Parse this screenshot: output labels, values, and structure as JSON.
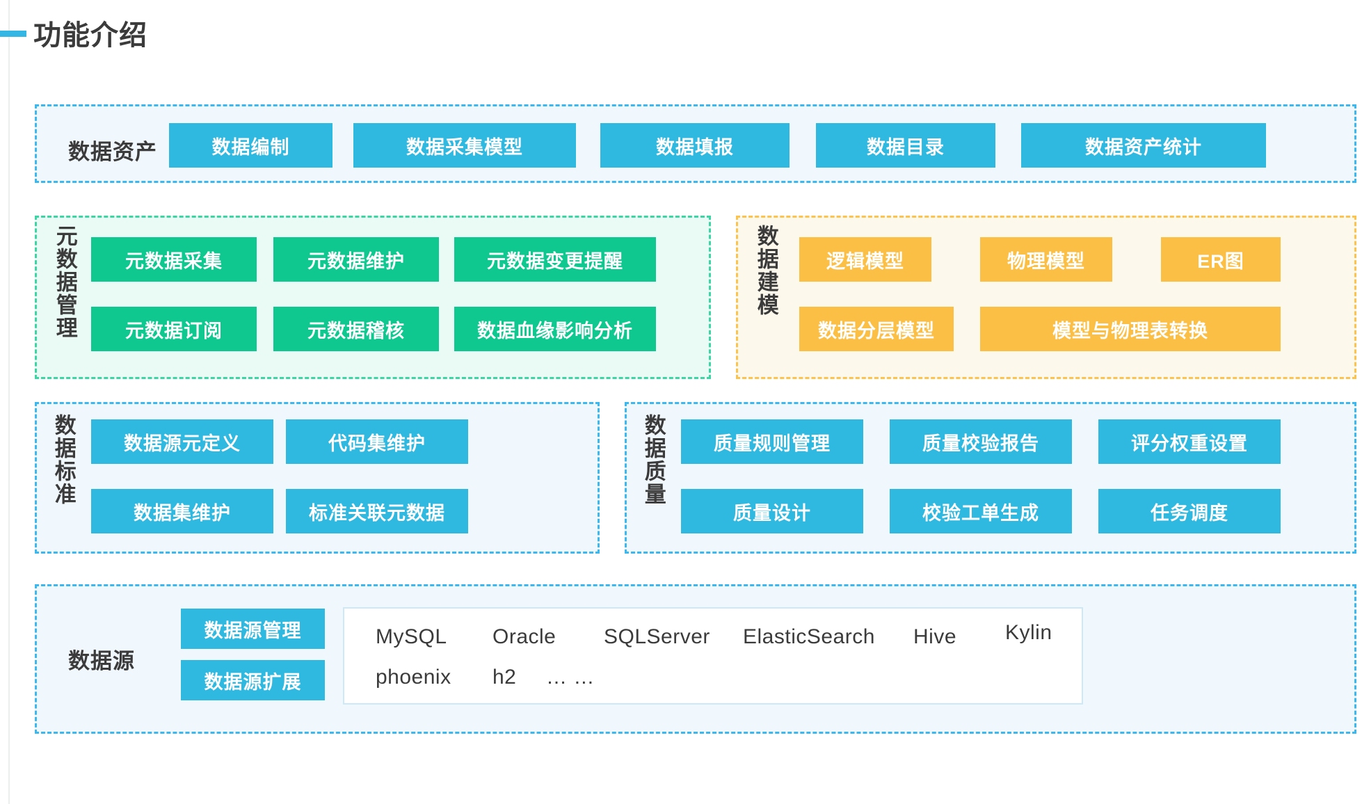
{
  "header": {
    "title": "功能介绍",
    "accent_color": "#34b6e4"
  },
  "sections": {
    "data_asset": {
      "label": "数据资产",
      "color": "#2fb8e0",
      "border_color": "#3cb8ef",
      "background": "#f1f8fd",
      "items": [
        "数据编制",
        "数据采集模型",
        "数据填报",
        "数据目录",
        "数据资产统计"
      ]
    },
    "metadata_management": {
      "label": "元数据管理",
      "color": "#0ec88f",
      "border_color": "#3ed5a4",
      "background": "#e9fbf4",
      "items": [
        "元数据采集",
        "元数据维护",
        "元数据变更提醒",
        "元数据订阅",
        "元数据稽核",
        "数据血缘影响分析"
      ]
    },
    "data_modeling": {
      "label": "数据建模",
      "color": "#fcbf45",
      "border_color": "#fcc34f",
      "background": "#fdf8ec",
      "items": [
        "逻辑模型",
        "物理模型",
        "ER图",
        "数据分层模型",
        "模型与物理表转换"
      ]
    },
    "data_standard": {
      "label": "数据标准",
      "color": "#2fb8e0",
      "border_color": "#3cb8ef",
      "background": "#f1f8fd",
      "items": [
        "数据源元定义",
        "代码集维护",
        "数据集维护",
        "标准关联元数据"
      ]
    },
    "data_quality": {
      "label": "数据质量",
      "color": "#2fb8e0",
      "border_color": "#3cb8ef",
      "background": "#f1f8fd",
      "items": [
        "质量规则管理",
        "质量校验报告",
        "评分权重设置",
        "质量设计",
        "校验工单生成",
        "任务调度"
      ]
    },
    "data_source": {
      "label": "数据源",
      "color": "#2fb8e0",
      "border_color": "#3cb8ef",
      "background": "#f1f8fd",
      "items": [
        "数据源管理",
        "数据源扩展"
      ],
      "supported": [
        "MySQL",
        "Oracle",
        "SQLServer",
        "ElasticSearch",
        "Hive",
        "Kylin",
        "phoenix",
        "h2",
        "… …"
      ]
    }
  }
}
